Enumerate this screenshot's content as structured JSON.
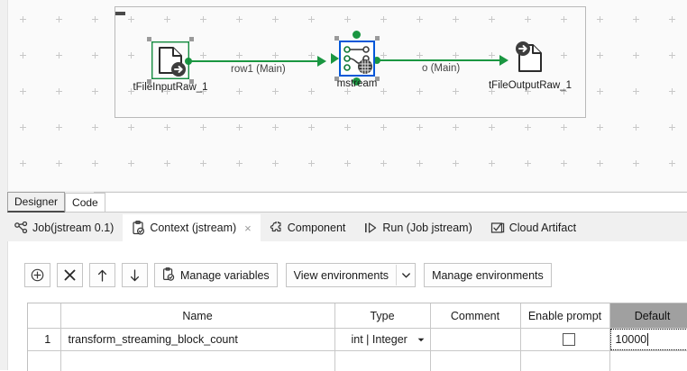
{
  "canvas": {
    "subjob": {
      "collapse_icon": "collapse-bar"
    },
    "nodes": [
      {
        "id": "tfileinputraw",
        "label": "tFileInputRaw_1",
        "icon": "file-input-icon",
        "selected": true
      },
      {
        "id": "mstream",
        "label": "mstream",
        "icon": "map-transform-icon",
        "selected": true
      },
      {
        "id": "tfileoutputraw",
        "label": "tFileOutputRaw_1",
        "icon": "file-output-icon",
        "selected": false
      }
    ],
    "links": [
      {
        "id": "row1",
        "label": "row1 (Main)"
      },
      {
        "id": "o",
        "label": "o (Main)"
      }
    ],
    "link_color": "#1a9641",
    "selected_border_color": "#0057d8",
    "node_border_color": "#128a3e"
  },
  "editor_tabs": {
    "items": [
      {
        "label": "Designer",
        "active": true
      },
      {
        "label": "Code",
        "active": false
      }
    ]
  },
  "view_tabs": {
    "items": [
      {
        "label": "Job(jstream 0.1)",
        "icon": "job-graph-icon",
        "active": false,
        "closable": false
      },
      {
        "label": "Context (jstream)",
        "icon": "context-clipboard-icon",
        "active": true,
        "closable": true,
        "close_label": "×"
      },
      {
        "label": "Component",
        "icon": "puzzle-piece-icon",
        "active": false,
        "closable": false
      },
      {
        "label": "Run (Job jstream)",
        "icon": "run-play-icon",
        "active": false,
        "closable": false
      },
      {
        "label": "Cloud Artifact",
        "icon": "cloud-artifact-icon",
        "active": false,
        "closable": false
      }
    ]
  },
  "toolbar": {
    "add_label": "⊕",
    "add_name": "add-variable-button",
    "remove_label": "✕",
    "up_label": "↑",
    "down_label": "↓",
    "manage_variables_label": "Manage variables",
    "view_environments_label": "View environments",
    "view_environments_arrow": "⌄",
    "manage_environments_label": "Manage environments"
  },
  "table": {
    "columns": [
      {
        "key": "idx",
        "label": "",
        "selected": false
      },
      {
        "key": "name",
        "label": "Name",
        "selected": false
      },
      {
        "key": "type",
        "label": "Type",
        "selected": false
      },
      {
        "key": "comment",
        "label": "Comment",
        "selected": false
      },
      {
        "key": "prompt",
        "label": "Enable prompt",
        "selected": false
      },
      {
        "key": "default",
        "label": "Default",
        "selected": true
      }
    ],
    "rows": [
      {
        "idx": "1",
        "name": "transform_streaming_block_count",
        "type": "int | Integer",
        "comment": "",
        "prompt_checked": false,
        "default": "10000",
        "default_editing": true
      }
    ]
  },
  "colors": {
    "accent_green": "#1a9641",
    "selection_blue": "#0057d8",
    "header_selected_gray": "#a0a0a0",
    "panel_gray": "#f0f0f0"
  }
}
